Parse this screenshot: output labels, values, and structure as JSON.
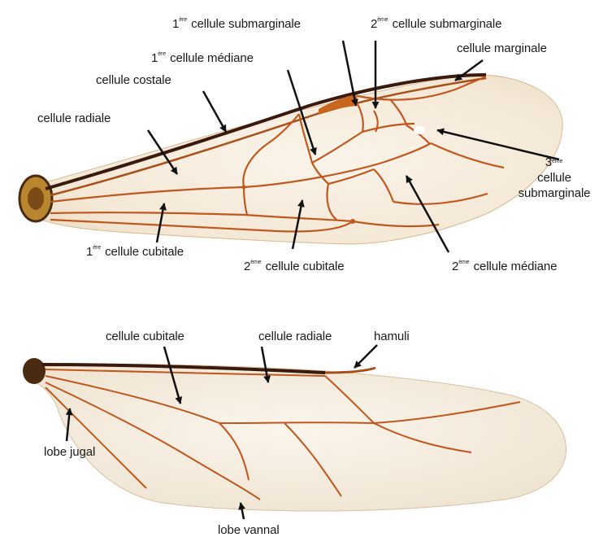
{
  "forewing": {
    "labels": {
      "sub1": {
        "ord": "1",
        "sup": "ère",
        "text": "cellule submarginale"
      },
      "sub2": {
        "ord": "2",
        "sup": "ème",
        "text": "cellule submarginale"
      },
      "marginal": {
        "text": "cellule marginale"
      },
      "med1": {
        "ord": "1",
        "sup": "ère",
        "text": "cellule médiane"
      },
      "costal": {
        "text": "cellule costale"
      },
      "radial": {
        "text": "cellule radiale"
      },
      "sub3": {
        "ord": "3",
        "sup": "ème",
        "line2": "cellule",
        "line3": "submarginale"
      },
      "cub1": {
        "ord": "1",
        "sup": "ère",
        "text": "cellule cubitale"
      },
      "cub2": {
        "ord": "2",
        "sup": "ème",
        "text": "cellule cubitale"
      },
      "med2": {
        "ord": "2",
        "sup": "ème",
        "text": "cellule médiane"
      }
    }
  },
  "hindwing": {
    "labels": {
      "cubital": {
        "text": "cellule cubitale"
      },
      "radial": {
        "text": "cellule radiale"
      },
      "hamuli": {
        "text": "hamuli"
      },
      "jugal": {
        "text": "lobe jugal"
      },
      "vannal": {
        "text": "lobe vannal"
      }
    }
  },
  "colors": {
    "membrane": "#f6ede0",
    "vein": "#c0571e",
    "vein_dark": "#3a1a0c",
    "arrow": "#111111",
    "text": "#1a1a1a"
  }
}
